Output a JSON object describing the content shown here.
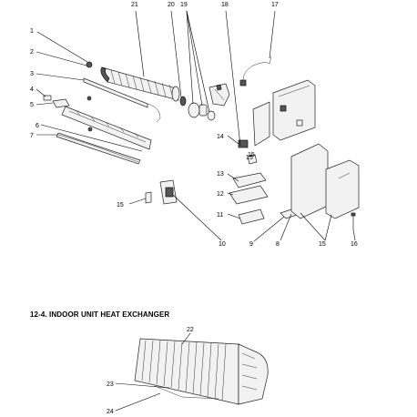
{
  "section_title": "12-4. INDOOR UNIT HEAT EXCHANGER",
  "callouts": [
    "1",
    "2",
    "3",
    "4",
    "5",
    "6",
    "7",
    "8",
    "9",
    "10",
    "11",
    "12",
    "13",
    "14",
    "15",
    "15",
    "15",
    "15",
    "16",
    "17",
    "18",
    "19",
    "20",
    "21",
    "22",
    "23",
    "24"
  ]
}
